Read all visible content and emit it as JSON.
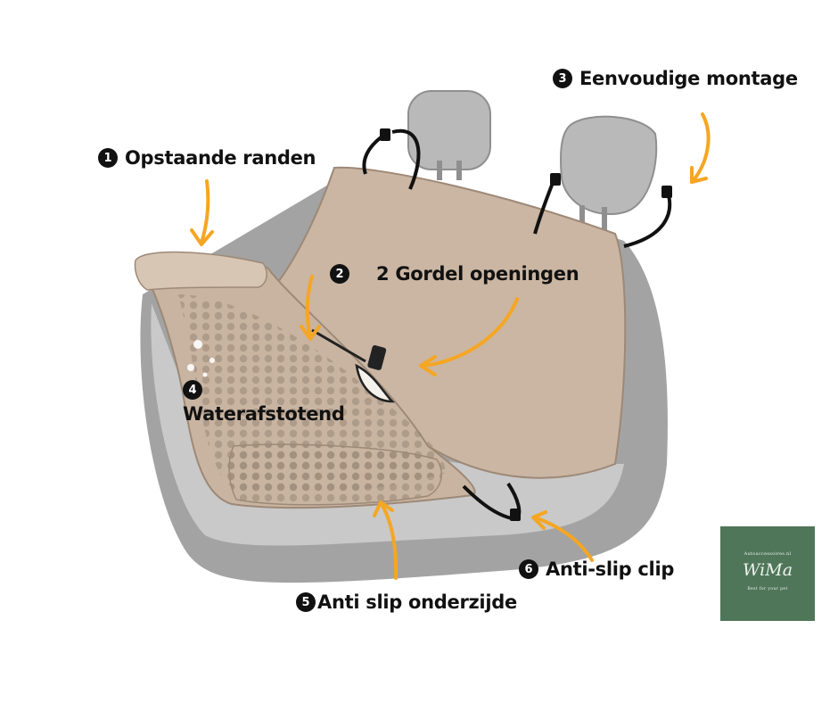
{
  "callouts": [
    {
      "number": "1",
      "label": "Opstaande randen"
    },
    {
      "number": "2",
      "label": "2 Gordel openingen"
    },
    {
      "number": "3",
      "label": "Eenvoudige montage"
    },
    {
      "number": "4",
      "label": "Waterafstotend"
    },
    {
      "number": "5",
      "label": "Anti slip onderzijde"
    },
    {
      "number": "6",
      "label": "Anti-slip clip"
    }
  ],
  "logo": {
    "small_text": "Autoaccessoires.nl",
    "name": "WiMa",
    "tagline": "Best for your pet"
  },
  "colors": {
    "cover": "#c8b4a1",
    "cover_dark": "#b9a38f",
    "seat_grey": "#bdbdbd",
    "seat_dark": "#8e8e8e",
    "arrow": "#f5a623",
    "logo_bg": "#4f7659"
  }
}
